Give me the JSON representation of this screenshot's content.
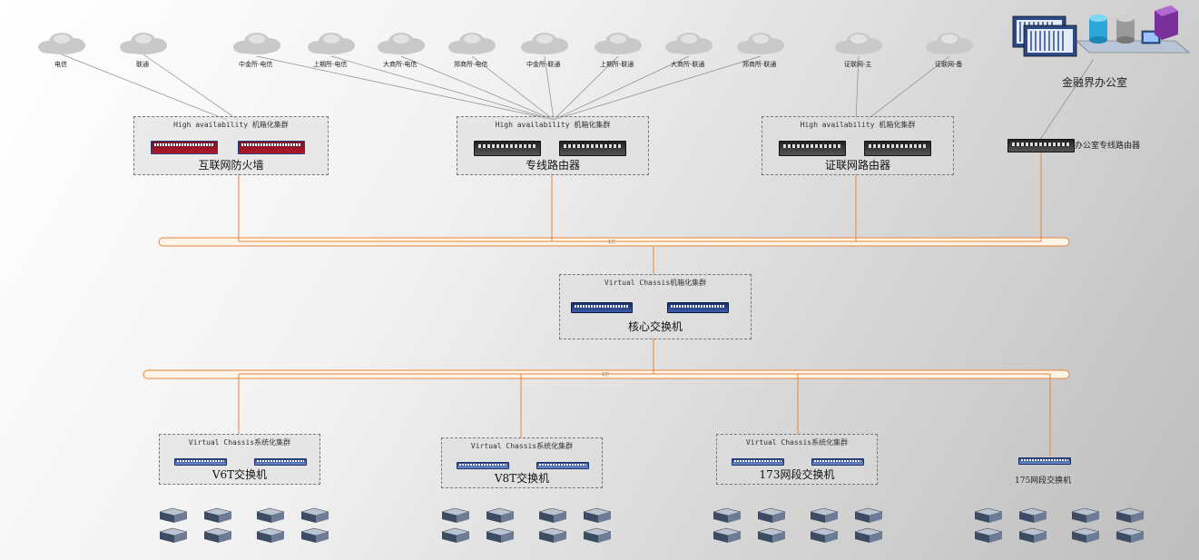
{
  "clouds": [
    {
      "label": "电信"
    },
    {
      "label": "联通"
    },
    {
      "label": "中金所-电信"
    },
    {
      "label": "上期所-电信"
    },
    {
      "label": "大商所-电信"
    },
    {
      "label": "郑商所-电信"
    },
    {
      "label": "中金所-联通"
    },
    {
      "label": "上期所-联通"
    },
    {
      "label": "大商所-联通"
    },
    {
      "label": "郑商所-联通"
    },
    {
      "label": "证联网-主"
    },
    {
      "label": "证联网-备"
    }
  ],
  "top_clusters": [
    {
      "title": "High availability 机箱化集群",
      "name": "互联网防火墙"
    },
    {
      "title": "High availability 机箱化集群",
      "name": "专线路由器"
    },
    {
      "title": "High availability 机箱化集群",
      "name": "证联网路由器"
    }
  ],
  "office": {
    "label": "金融界办公室",
    "router_label": "办公室专线路由器"
  },
  "core": {
    "title": "Virtual Chassis机箱化集群",
    "name": "核心交换机"
  },
  "access_clusters": [
    {
      "title": "Virtual Chassis系统化集群",
      "name": "V6T交换机"
    },
    {
      "title": "Virtual Chassis系统化集群",
      "name": "V8T交换机"
    },
    {
      "title": "Virtual Chassis系统化集群",
      "name": "173网段交换机"
    }
  ],
  "standalone_switch": {
    "name": "175网段交换机"
  },
  "bus_labels": {
    "top": "1万",
    "bottom": "1万"
  },
  "colors": {
    "link": "#e8833a",
    "cloud_line": "#8a8a8a",
    "bus_fill": "#fff4e8"
  }
}
